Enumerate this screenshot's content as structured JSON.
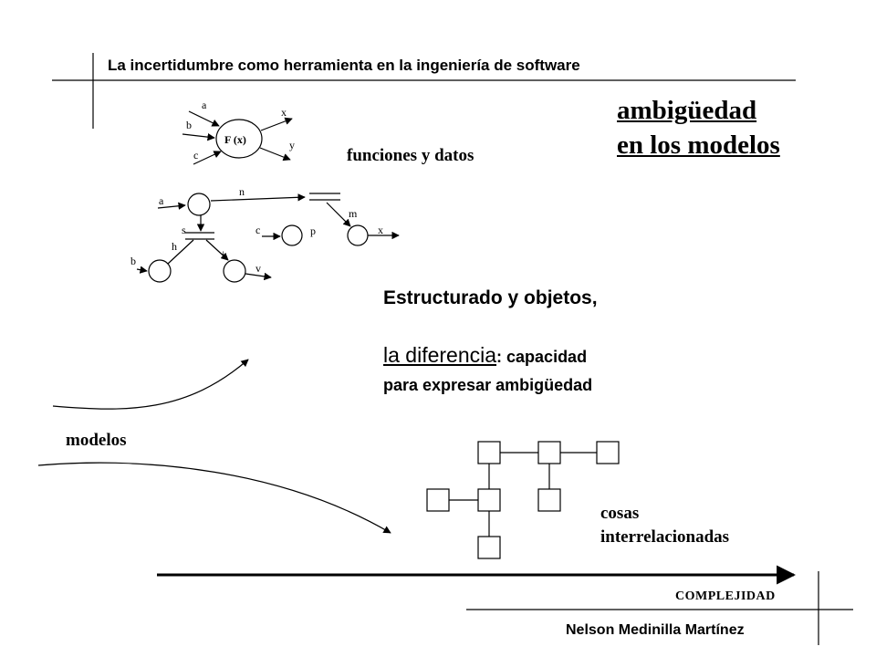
{
  "header": {
    "title": "La incertidumbre como herramienta en la ingeniería de software"
  },
  "ambiguity": {
    "line1": "ambigüedad",
    "line2": "en los modelos"
  },
  "labels": {
    "functions_data": "funciones y datos",
    "models": "modelos",
    "things_line1": "cosas",
    "things_line2": "interrelacionadas",
    "complexity": "COMPLEJIDAD"
  },
  "statement": {
    "line1": "Estructurado y objetos,",
    "diff": "la diferencia",
    "diff_rest": ": capacidad",
    "line3": "para expresar ambigüedad"
  },
  "function_node": {
    "label": "F (x)",
    "inputs": [
      "a",
      "b",
      "c"
    ],
    "outputs": [
      "x",
      "y"
    ]
  },
  "dataflow": {
    "labels": {
      "a": "a",
      "n": "n",
      "s": "s",
      "c": "c",
      "p": "p",
      "m": "m",
      "x": "x",
      "h": "h",
      "i": "i",
      "b": "b",
      "v": "v"
    }
  },
  "footer": {
    "author": "Nelson Medinilla Martínez"
  }
}
